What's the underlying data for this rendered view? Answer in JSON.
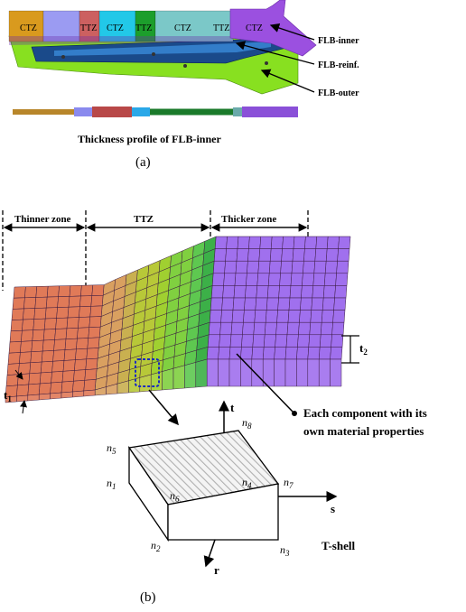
{
  "panel_a": {
    "zones": [
      "CTZ",
      "TTZ",
      "CTZ",
      "TTZ",
      "CTZ",
      "TTZ",
      "CTZ"
    ],
    "labels": {
      "inner": "FLB-inner",
      "reinf": "FLB-reinf.",
      "outer": "FLB-outer"
    },
    "caption": "Thickness profile of FLB-inner",
    "tag": "(a)",
    "colors": {
      "outer_part": "#88e020",
      "reinf_part": "#1a4a8a",
      "zone_fills": [
        "#d99a1e",
        "#9b9bf2",
        "#cc6060",
        "#22c8e8",
        "#1c9e2c",
        "#7bc8c8",
        "#9b50e0"
      ],
      "profile_segments": [
        "#b8862a",
        "#8a8aee",
        "#b84848",
        "#2aa8e8",
        "#1a7a2a",
        "#6aaaaa",
        "#8a50d8"
      ]
    }
  },
  "panel_b": {
    "zones": {
      "thinner": "Thinner zone",
      "ttz": "TTZ",
      "thicker": "Thicker zone"
    },
    "t1": "t",
    "t1_sub": "1",
    "t2": "t",
    "t2_sub": "2",
    "note_line1": "Each component with its",
    "note_line2": "own material properties",
    "element": {
      "axes": {
        "t": "t",
        "s": "s",
        "r": "r"
      },
      "nodes": [
        "1",
        "2",
        "3",
        "4",
        "5",
        "6",
        "7",
        "8"
      ],
      "node_symbol": "n",
      "name": "T-shell"
    },
    "tag": "(b)",
    "colors": {
      "thin_zone": "#e07a58",
      "thick_zone": "#a070ee",
      "ttz_gradient": [
        "#d9a060",
        "#c9b050",
        "#b8c838",
        "#a0d030",
        "#80d040",
        "#5ec850",
        "#3cb048"
      ],
      "highlight_box": "#1a2ac0"
    }
  }
}
